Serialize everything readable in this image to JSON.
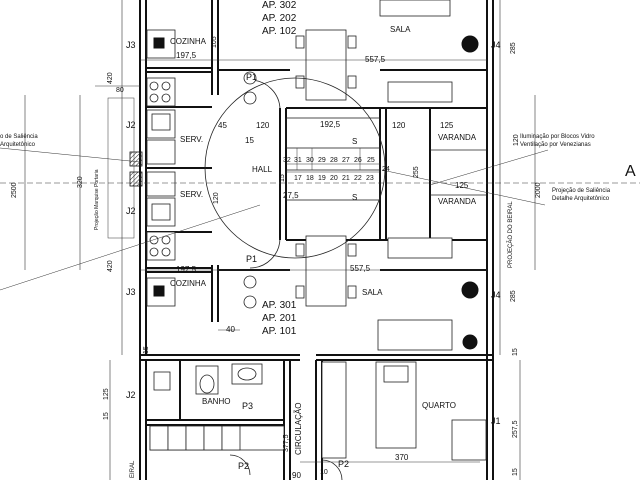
{
  "units": {
    "top": [
      "AP. 302",
      "AP. 202",
      "AP. 102"
    ],
    "bottom": [
      "AP. 301",
      "AP. 201",
      "AP. 101"
    ]
  },
  "rooms": {
    "cozinha_top": "COZINHA",
    "cozinha_bottom": "COZINHA",
    "sala_top": "SALA",
    "sala_bottom": "SALA",
    "serv_top": "SERV.",
    "serv_bottom": "SERV.",
    "hall": "HALL",
    "varanda_top": "VARANDA",
    "varanda_bottom": "VARANDA",
    "banho": "BANHO",
    "quarto": "QUARTO",
    "circulacao": "CIRCULAÇÃO"
  },
  "tags": {
    "j3_top": "J3",
    "j3_bottom": "J3",
    "j2_a": "J2",
    "j2_b": "J2",
    "j2_c": "J2",
    "j4_top": "J4",
    "j4_bottom": "J4",
    "j1": "J1",
    "p1_top": "P1",
    "p1_bottom": "P1",
    "p2_a": "P2",
    "p2_b": "P2",
    "p3": "P3"
  },
  "dimensions": {
    "d197_top": "197,5",
    "d557_top": "557,5",
    "d197_bottom": "197,5",
    "d557_bottom": "557,5",
    "d105": "105",
    "d420_top": "420",
    "d420_bottom": "420",
    "d80": "80",
    "d320": "320",
    "d2500": "2500",
    "d45": "45",
    "d120_a": "120",
    "d1925": "192,5",
    "d120_b": "120",
    "d125_top": "125",
    "d125_bot": "125",
    "d15_a": "15",
    "d15_b": "15",
    "d275": "27,5",
    "d255": "255",
    "d120_left": "120",
    "d120_right": "120",
    "d285_top": "285",
    "d285_bottom": "285",
    "d2000": "2000",
    "d40": "40",
    "d3775": "377,5",
    "d370": "370",
    "d2575": "257,5",
    "d15_c": "15",
    "d15_d": "15",
    "d15_e": "15",
    "d15_f": "15",
    "d90": "90",
    "d10": "10",
    "d125_left": "125"
  },
  "steps": {
    "upper": [
      "32",
      "31",
      "30",
      "29",
      "28",
      "27",
      "26",
      "25"
    ],
    "upper_24": "24",
    "lower": [
      "17",
      "18",
      "19",
      "20",
      "21",
      "22",
      "23"
    ],
    "arrow_up": "S",
    "arrow_down": "S"
  },
  "notes": {
    "left_note_1": "o de Saliência",
    "left_note_2": "Arquitetônico",
    "projection_portaria": "Projeção Marquise Portaria",
    "glass_1": "Iluminação por Blocos Vidro",
    "glass_2": "Ventilação por Venezianas",
    "saliencia_1": "Projeção de Saliência",
    "saliencia_2": "Detalhe Arquitetônico",
    "beiral_right": "PROJEÇÃO DO BEIRAL",
    "beiral_left": "EIRAL",
    "edge_letter": "A"
  }
}
